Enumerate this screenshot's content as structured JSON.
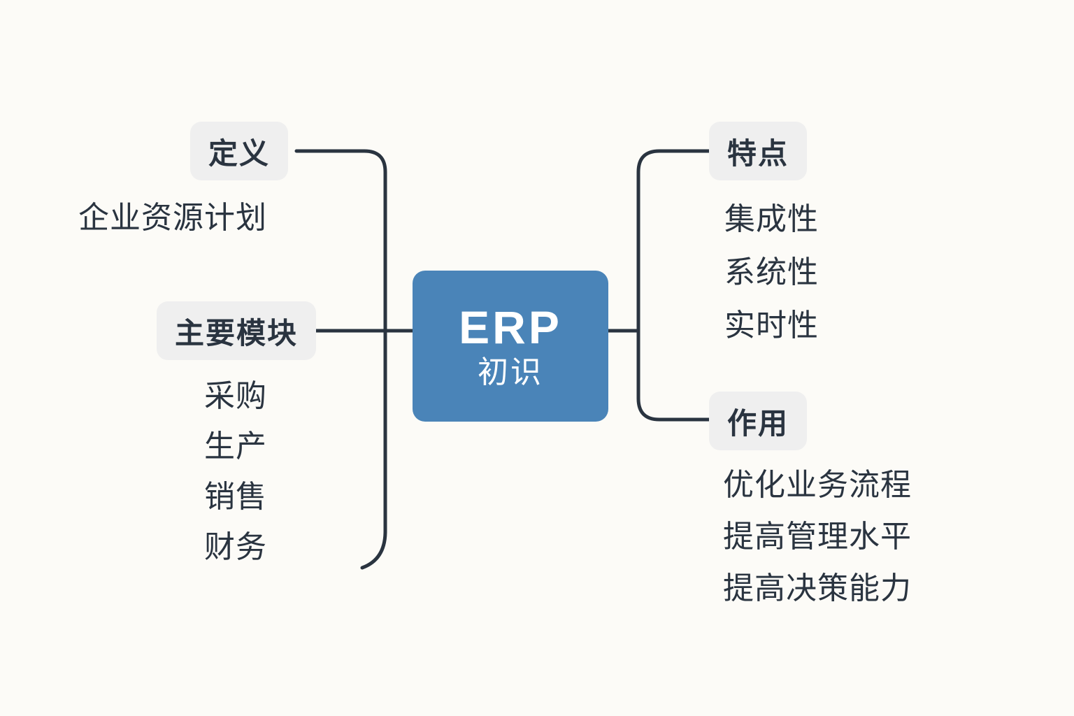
{
  "theme": {
    "background": "#FCFBF7",
    "central_fill": "#4A84B8",
    "central_text": "#FFFFFF",
    "pill_fill": "#EFEFEF",
    "text_color": "#2A3440",
    "connector_color": "#2A3440"
  },
  "central": {
    "title": "ERP",
    "subtitle": "初识"
  },
  "branches": [
    {
      "id": "definition",
      "side": "left",
      "label": "定义",
      "items": [
        "企业资源计划"
      ]
    },
    {
      "id": "modules",
      "side": "left",
      "label": "主要模块",
      "items": [
        "采购",
        "生产",
        "销售",
        "财务"
      ]
    },
    {
      "id": "features",
      "side": "right",
      "label": "特点",
      "items": [
        "集成性",
        "系统性",
        "实时性"
      ]
    },
    {
      "id": "roles",
      "side": "right",
      "label": "作用",
      "items": [
        "优化业务流程",
        "提高管理水平",
        "提高决策能力"
      ]
    }
  ]
}
